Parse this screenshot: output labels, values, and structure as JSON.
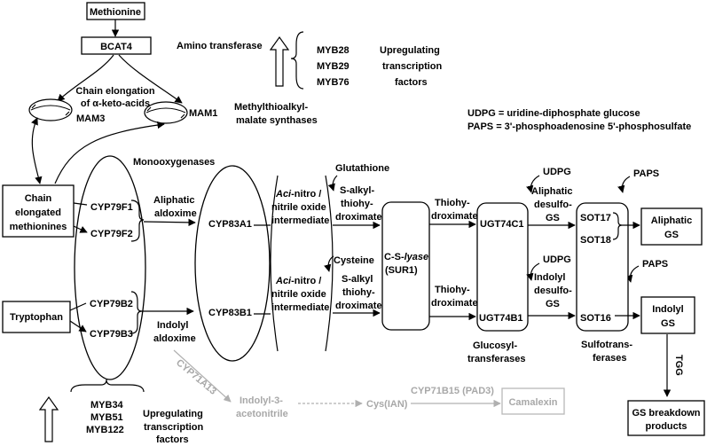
{
  "nodes": {
    "methionine": "Methionine",
    "bcat4": "BCAT4",
    "amino_transferase": "Amino transferase",
    "chain_elong_1": "Chain elongation",
    "chain_elong_2": "of α-keto-acids",
    "mam3": "MAM3",
    "mam1": "MAM1",
    "mtams_1": "Methylthioalkyl-",
    "mtams_2": "malate synthases",
    "myb28": "MYB28",
    "myb29": "MYB29",
    "myb76": "MYB76",
    "upreg_top_1": "Upregulating",
    "upreg_top_2": "transcription",
    "upreg_top_3": "factors",
    "udpg_def": "UDPG = uridine-diphosphate glucose",
    "paps_def": "PAPS = 3'-phosphoadenosine 5'-phosphosulfate",
    "monooxygenases": "Monooxygenases",
    "chain_meth_1": "Chain",
    "chain_meth_2": "elongated",
    "chain_meth_3": "methionines",
    "tryptophan": "Tryptophan",
    "cyp79f1": "CYP79F1",
    "cyp79f2": "CYP79F2",
    "cyp79b2": "CYP79B2",
    "cyp79b3": "CYP79B3",
    "aliph_aldox_1": "Aliphatic",
    "aliph_aldox_2": "aldoxime",
    "indolyl_aldox_1": "Indolyl",
    "indolyl_aldox_2": "aldoxime",
    "cyp83a1": "CYP83A1",
    "cyp83b1": "CYP83B1",
    "aci1_a": "Aci",
    "aci1_b": "-nitro /",
    "aci1_2": "nitrile oxide",
    "aci1_3": "intermediate",
    "aci2_a": "Aci",
    "aci2_b": "-nitro /",
    "aci2_2": "nitrile oxide",
    "aci2_3": "intermediate",
    "glutathione": "Glutathione",
    "cysteine": "Cysteine",
    "salkyl1_1": "S-alkyl-",
    "salkyl1_2": "thiohy-",
    "salkyl1_3": "droximate",
    "salkyl2_1": "S-alkyl",
    "salkyl2_2": "thiohy-",
    "salkyl2_3": "droximate",
    "lyase_a": "C-S-",
    "lyase_b": "lyase",
    "lyase_2": "(SUR1)",
    "thio1_1": "Thiohy-",
    "thio1_2": "droximate",
    "thio2_1": "Thiohy-",
    "thio2_2": "droximate",
    "udpg_1": "UDPG",
    "udpg_2": "UDPG",
    "ugt74c1": "UGT74C1",
    "ugt74b1": "UGT74B1",
    "aliph_desulfo_1": "Aliphatic",
    "aliph_desulfo_2": "desulfo-",
    "aliph_desulfo_3": "GS",
    "indolyl_desulfo_1": "Indolyl",
    "indolyl_desulfo_2": "desulfo-",
    "indolyl_desulfo_3": "GS",
    "glucosyl_1": "Glucosyl-",
    "glucosyl_2": "transferases",
    "paps_1": "PAPS",
    "paps_2": "PAPS",
    "sot17": "SOT17",
    "sot18": "SOT18",
    "sot16": "SOT16",
    "sulfo_1": "Sulfotrans-",
    "sulfo_2": "ferases",
    "aliph_gs_1": "Aliphatic",
    "aliph_gs_2": "GS",
    "indolyl_gs_1": "Indolyl",
    "indolyl_gs_2": "GS",
    "tgg": "TGG",
    "breakdown_1": "GS breakdown",
    "breakdown_2": "products",
    "myb34": "MYB34",
    "myb51": "MYB51",
    "myb122": "MYB122",
    "upreg_bot_1": "Upregulating",
    "upreg_bot_2": "transcription",
    "upreg_bot_3": "factors",
    "cyp71a13": "CYP71A13",
    "indolyl3_1": "Indolyl-3-",
    "indolyl3_2": "acetonitrile",
    "cys_ian": "Cys(IAN)",
    "cyp71b15": "CYP71B15 (PAD3)",
    "camalexin": "Camalexin"
  },
  "colors": {
    "main": "#000000",
    "camalexin_branch": "#b0b0b0"
  }
}
